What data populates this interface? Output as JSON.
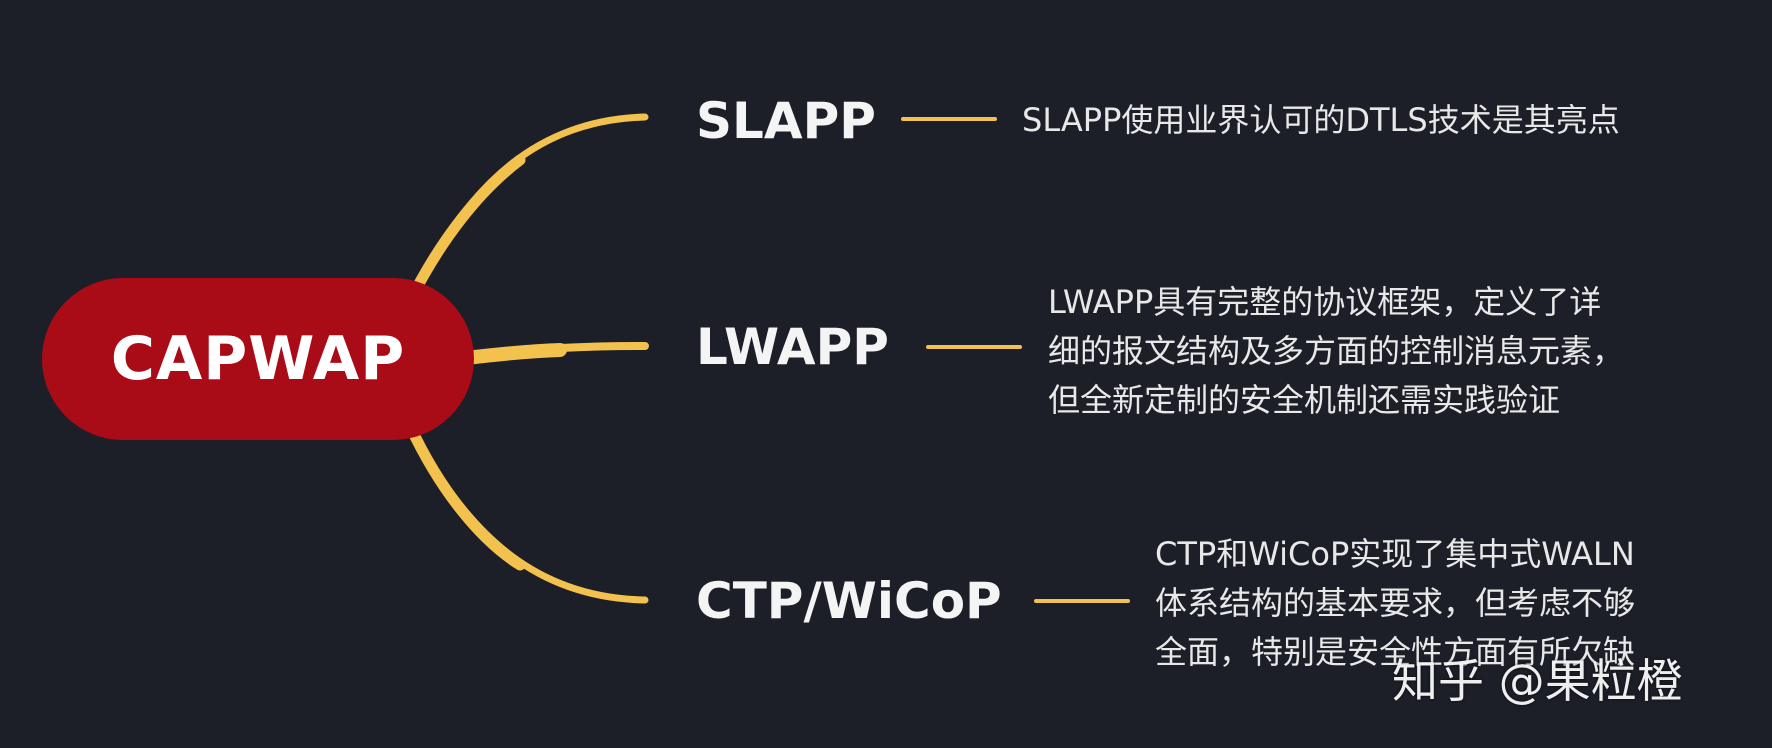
{
  "root": {
    "label": "CAPWAP"
  },
  "branches": [
    {
      "label": "SLAPP",
      "description": [
        "SLAPP使用业界认可的DTLS技术是其亮点"
      ]
    },
    {
      "label": "LWAPP",
      "description": [
        "LWAPP具有完整的协议框架，定义了详",
        "细的报文结构及多方面的控制消息元素，",
        "但全新定制的安全机制还需实践验证"
      ]
    },
    {
      "label": "CTP/WiCoP",
      "description": [
        "CTP和WiCoP实现了集中式WALN",
        "体系结构的基本要求，但考虑不够",
        "全面，特别是安全性方面有所欠缺"
      ]
    }
  ],
  "watermark": "知乎 @果粒橙",
  "colors": {
    "background": "#1c1f28",
    "root_fill": "#a90b17",
    "connector": "#f2c14e",
    "text": "#f4f4f4"
  }
}
